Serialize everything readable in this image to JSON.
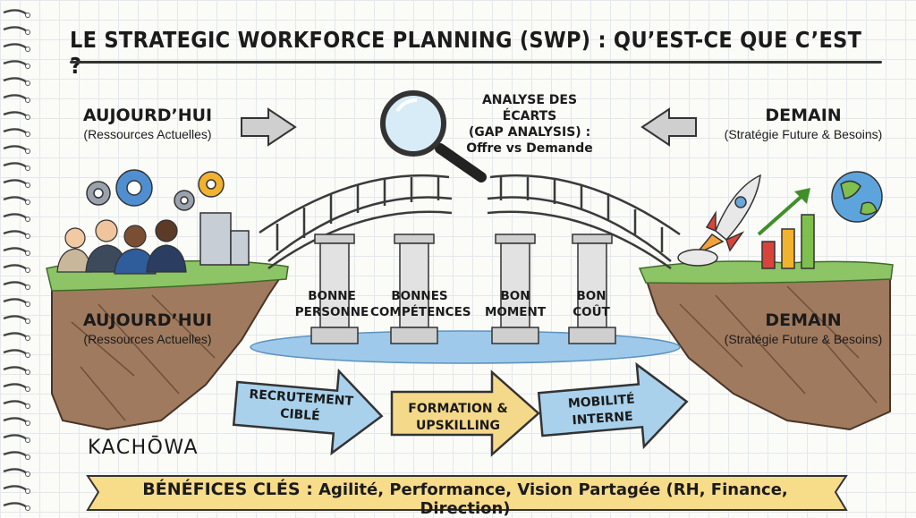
{
  "title": "LE STRATEGIC WORKFORCE PLANNING (SWP) : QU’EST-CE QUE C’EST ?",
  "today": {
    "heading": "AUJOURD’HUI",
    "sub": "(Ressources Actuelles)"
  },
  "tomorrow": {
    "heading": "DEMAIN",
    "sub": "(Stratégie Future & Besoins)"
  },
  "gap_analysis": {
    "line1": "ANALYSE DES ÉCARTS",
    "line2": "(GAP ANALYSIS) :",
    "line3": "Offre vs Demande"
  },
  "pillars": [
    {
      "line1": "BONNE",
      "line2": "PERSONNE"
    },
    {
      "line1": "BONNES",
      "line2": "COMPÉTENCES"
    },
    {
      "line1": "BON",
      "line2": "MOMENT"
    },
    {
      "line1": "BON",
      "line2": "COÛT"
    }
  ],
  "actions": [
    {
      "line1": "RECRUTEMENT",
      "line2": "CIBLÉ",
      "color": "#a9d1ec"
    },
    {
      "line1": "FORMATION &",
      "line2": "UPSKILLING",
      "color": "#f5d98a"
    },
    {
      "line1": "MOBILITÉ",
      "line2": "INTERNE",
      "color": "#a9d1ec"
    }
  ],
  "logo": "KACHŌWA",
  "benefits": {
    "label": "BÉNÉFICES CLÉS :",
    "text": "Agilité, Performance, Vision Partagée (RH, Finance, Direction)"
  },
  "colors": {
    "banner": "#f7dc8a",
    "grass": "#8cc466",
    "cliff": "#a07a5e",
    "water": "#9fc9ea"
  }
}
